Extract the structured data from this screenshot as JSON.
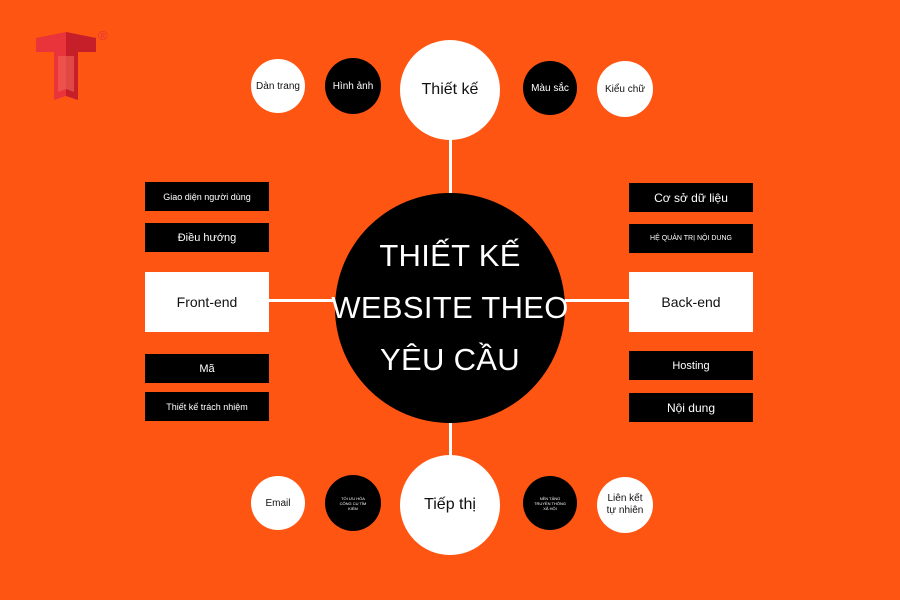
{
  "brand": {
    "logo_icon": "t-logo-icon",
    "registered_mark": "®",
    "colors": {
      "background": "#ff5512",
      "logo": "#e8343a",
      "dark": "#000000",
      "light": "#ffffff"
    }
  },
  "center": {
    "lines": [
      "THIẾT KẾ",
      "WEBSITE THEO",
      "YÊU CẦU"
    ]
  },
  "top": {
    "main": "Thiết kế",
    "left_outer": "Dàn trang",
    "left_inner": "Hình ảnh",
    "right_inner": "Màu sắc",
    "right_outer": "Kiểu chữ"
  },
  "left": {
    "main": "Front-end",
    "items_above": [
      "Giao diện người dùng",
      "Điều hướng"
    ],
    "items_below": [
      "Mã",
      "Thiết kế trách nhiệm"
    ]
  },
  "right": {
    "main": "Back-end",
    "items_above": [
      "Cơ sở dữ liệu",
      "HỆ QUẢN TRỊ NỘI DUNG"
    ],
    "items_below": [
      "Hosting",
      "Nội dung"
    ]
  },
  "bottom": {
    "main": "Tiếp thị",
    "left_outer": "Email",
    "left_inner": "TỐI ƯU HÓA CÔNG CỤ TÌM KIẾM",
    "right_inner": "NỀN TẢNG TRUYỀN THÔNG XÃ HỘI",
    "right_outer_lines": [
      "Liên kết",
      "tự nhiên"
    ]
  }
}
